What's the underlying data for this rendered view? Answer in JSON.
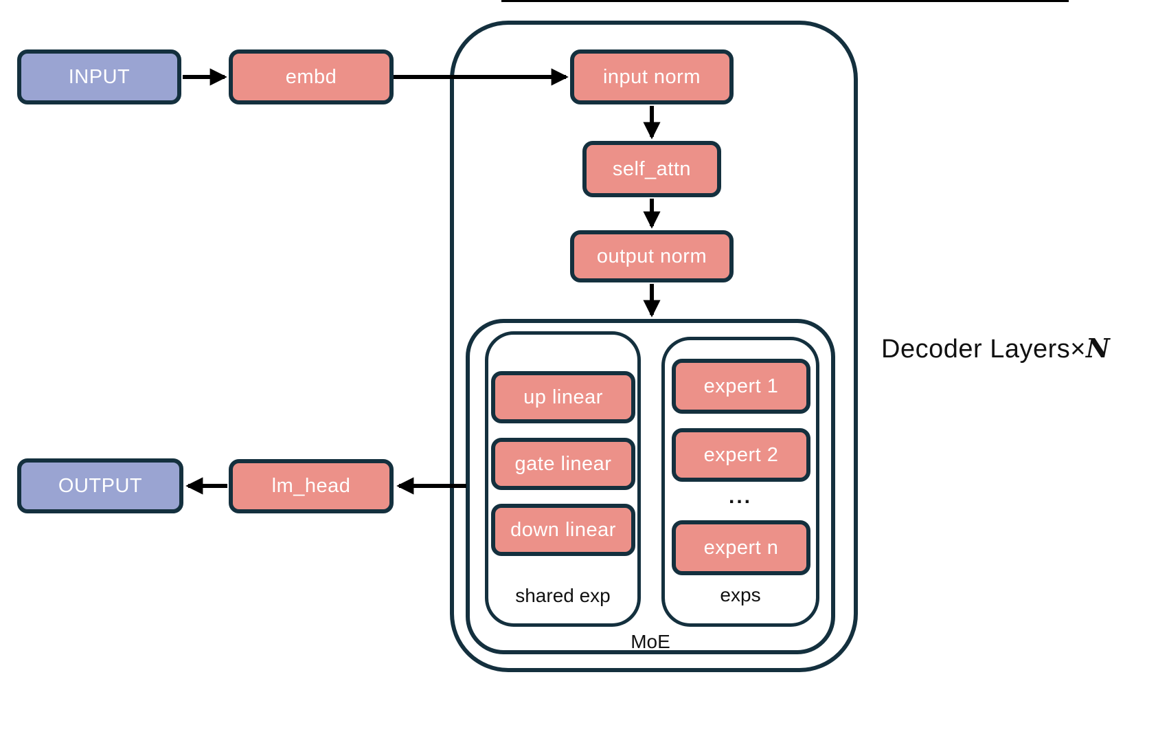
{
  "diagram": {
    "nodes": {
      "input": "INPUT",
      "embd": "embd",
      "input_norm": "input norm",
      "self_attn": "self_attn",
      "output_norm": "output norm",
      "up_linear": "up linear",
      "gate_linear": "gate linear",
      "down_linear": "down linear",
      "expert_1": "expert 1",
      "expert_2": "expert 2",
      "expert_dots": "...",
      "expert_n": "expert n",
      "lm_head": "lm_head",
      "output": "OUTPUT"
    },
    "labels": {
      "shared_exp": "shared exp",
      "exps": "exps",
      "moe": "MoE",
      "decoder_layers_prefix": "Decoder Layers",
      "decoder_layers_times": "×",
      "decoder_layers_n": "N"
    },
    "colors": {
      "io_fill": "#9aa4d2",
      "block_fill": "#ec9189",
      "border": "#14303e",
      "arrow": "#000000",
      "label_text": "#111111"
    }
  }
}
